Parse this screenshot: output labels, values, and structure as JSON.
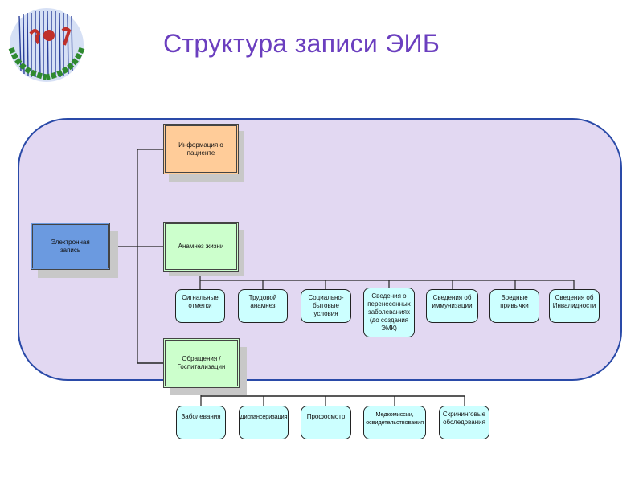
{
  "slide": {
    "title": "Структура записи ЭИБ",
    "logo_icon": "university-emblem-icon"
  },
  "colors": {
    "title": "#6b3fbf",
    "frame_fill": "#e2d8f2",
    "frame_border": "#2a4aa8",
    "root_fill": "#6b9ae0",
    "info_fill": "#ffcc99",
    "section_fill": "#ccffcc",
    "leaf_fill": "#ccffff"
  },
  "diagram": {
    "root": "Электронная запись",
    "sections": [
      {
        "label": "Информация о пациенте",
        "children": []
      },
      {
        "label": "Анамнез жизни",
        "children": [
          "Сигнальные отметки",
          "Трудовой анамнез",
          "Социально-бытовые условия",
          "Сведения о перенесенных заболеваниях (до создания ЭМК)",
          "Сведения об иммунизации",
          "Вредные привычки",
          "Сведения об Инвалидности"
        ]
      },
      {
        "label": "Обращения / Госпитализации",
        "children": [
          "Заболевания",
          "Диспансеризация",
          "Профосмотр",
          "Медкомиссии, освидетельствования",
          "Скрининговые обследования"
        ]
      }
    ]
  }
}
